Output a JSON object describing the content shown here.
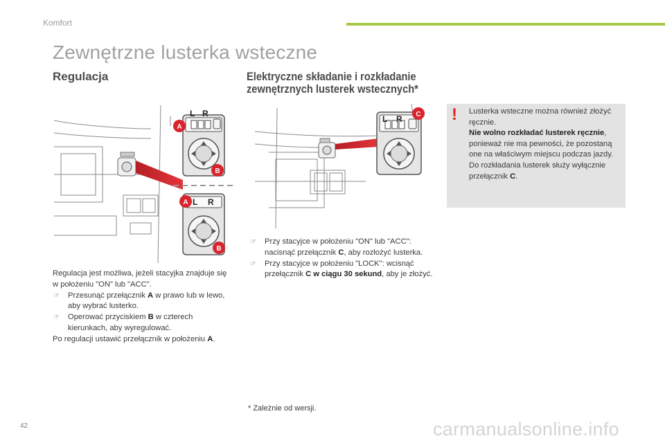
{
  "header": {
    "section": "Komfort",
    "accent_color": "#a6c84a"
  },
  "title": "Zewnętrzne lusterka wsteczne",
  "left": {
    "heading": "Regulacja",
    "intro": "Regulacja jest możliwa, jeżeli stacyjka znajduje się w położeniu \"ON\" lub \"ACC\".",
    "bullets": [
      {
        "pre": "Przesunąć przełącznik ",
        "bold": "A",
        "post": " w prawo lub w lewo, aby wybrać lusterko."
      },
      {
        "pre": "Operować przyciskiem ",
        "bold": "B",
        "post": " w czterech kierunkach, aby wyregulować."
      }
    ],
    "outro_pre": "Po regulacji ustawić przełącznik w położeniu ",
    "outro_bold": "A",
    "outro_post": "."
  },
  "right": {
    "heading_line1": "Elektryczne składanie i rozkładanie",
    "heading_line2": "zewnętrznych lusterek wstecznych",
    "heading_star": "*",
    "bullets": [
      {
        "pre": "Przy stacyjce w położeniu \"ON\" lub \"ACC\": nacisnąć przełącznik ",
        "bold": "C",
        "post": ", aby rozłożyć lusterka."
      },
      {
        "pre": "Przy stacyjce w położeniu \"LOCK\": wcisnąć przełącznik ",
        "bold": "C w ciągu 30 sekund",
        "post": ", aby je złożyć."
      }
    ]
  },
  "warning": {
    "mark": "!",
    "line1": "Lusterka wsteczne można również złożyć ręcznie.",
    "bold": "Nie wolno rozkładać lusterek ręcznie",
    "line2": ", ponieważ nie ma pewności, że pozostaną one na właściwym miejscu podczas jazdy.",
    "line3_pre": "Do rozkładania lusterek służy wyłącznie przełącznik ",
    "line3_bold": "C",
    "line3_post": "."
  },
  "illustrations": {
    "labels": {
      "a": "A",
      "b": "B",
      "c": "C",
      "l": "L",
      "r": "R"
    },
    "badge_color": "#d9232d"
  },
  "footnote": "* Zależnie od wersji.",
  "page_number": "42",
  "watermark": "carmanualsonline.info"
}
